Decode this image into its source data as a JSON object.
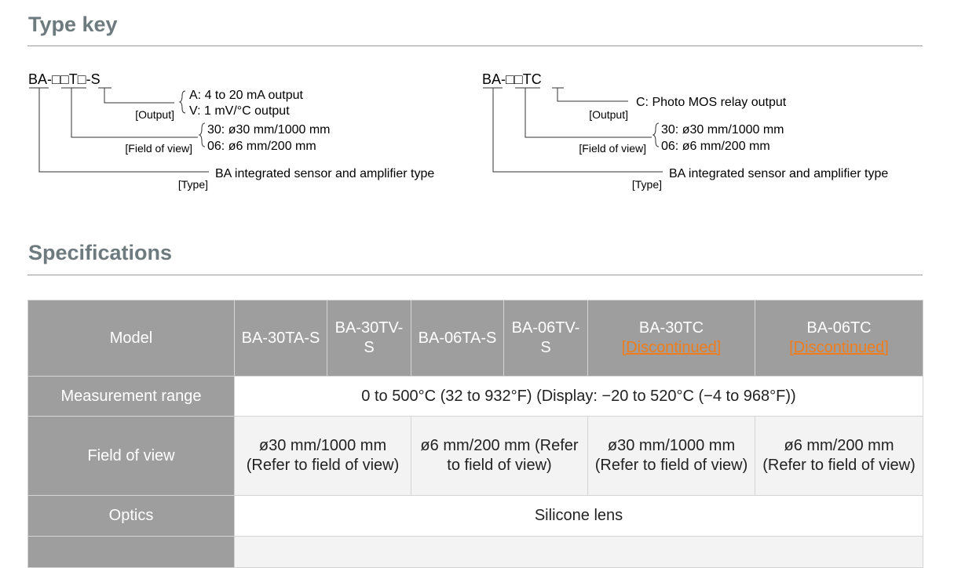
{
  "type_key": {
    "title": "Type key",
    "diagram_a": {
      "code": "BA-□□T□-S",
      "output_label": "[Output]",
      "output_options": [
        "A: 4 to 20 mA output",
        "V: 1 mV/°C output"
      ],
      "fov_label": "[Field of view]",
      "fov_options": [
        "30: ø30 mm/1000 mm",
        "06: ø6 mm/200 mm"
      ],
      "type_label": "[Type]",
      "type_desc": "BA integrated sensor and amplifier type"
    },
    "diagram_b": {
      "code": "BA-□□TC",
      "output_label": "[Output]",
      "output_options": [
        "C: Photo MOS relay output"
      ],
      "fov_label": "[Field of view]",
      "fov_options": [
        "30: ø30 mm/1000 mm",
        "06: ø6 mm/200 mm"
      ],
      "type_label": "[Type]",
      "type_desc": "BA integrated sensor and amplifier type"
    }
  },
  "specifications": {
    "title": "Specifications",
    "model_header": "Model",
    "models": [
      {
        "name": "BA-30TA-S",
        "status": ""
      },
      {
        "name": "BA-30TV-S",
        "status": ""
      },
      {
        "name": "BA-06TA-S",
        "status": ""
      },
      {
        "name": "BA-06TV-S",
        "status": ""
      },
      {
        "name": "BA-30TC",
        "status": "[Discontinued]"
      },
      {
        "name": "BA-06TC",
        "status": "[Discontinued]"
      }
    ],
    "rows": {
      "measurement_range": {
        "label": "Measurement range",
        "value": "0 to 500°C (32 to 932°F) (Display: −20 to 520°C (−4 to 968°F))"
      },
      "field_of_view": {
        "label": "Field of view",
        "values": [
          "ø30 mm/1000 mm (Refer to field of view)",
          "ø6 mm/200 mm (Refer to field of view)",
          "ø30 mm/1000 mm (Refer to field of view)",
          "ø6 mm/200 mm (Refer to field of view)"
        ]
      },
      "optics": {
        "label": "Optics",
        "value": "Silicone lens"
      }
    }
  }
}
